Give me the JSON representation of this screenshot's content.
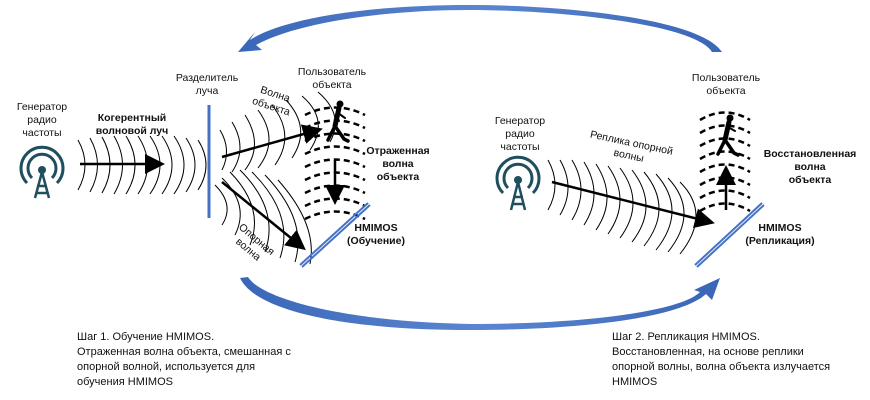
{
  "colors": {
    "accent": "#4472C4",
    "icon": "#1F4E5F",
    "ink": "#111111"
  },
  "step1": {
    "generator_label": [
      "Генератор",
      "радио",
      "частоты"
    ],
    "beam_label": [
      "Когерентный",
      "волновой луч"
    ],
    "splitter_label": [
      "Разделитель",
      "луча"
    ],
    "object_wave_label": [
      "Волна",
      "объекта"
    ],
    "user_label": [
      "Пользователь",
      "объекта"
    ],
    "reflected_label": [
      "Отраженная",
      "волна",
      "объекта"
    ],
    "reference_wave_label": [
      "Опорная",
      "волна"
    ],
    "hmimos_label": [
      "HMIMOS",
      "(Обучение)"
    ],
    "caption": [
      "Шаг 1. Обучение HMIMOS.",
      "Отраженная волна объекта, смешанная с",
      "опорной волной, используется для",
      "обучения HMIMOS"
    ]
  },
  "step2": {
    "generator_label": [
      "Генератор",
      "радио",
      "частоты"
    ],
    "replica_label": [
      "Реплика опорной",
      "волны"
    ],
    "user_label": [
      "Пользователь",
      "объекта"
    ],
    "restored_label": [
      "Восстановленная",
      "волна",
      "объекта"
    ],
    "hmimos_label": [
      "HMIMOS",
      "(Репликация)"
    ],
    "caption": [
      "Шаг 2. Репликация HMIMOS.",
      "Восстановленная, на основе реплики",
      "опорной волны, волна объекта излучается",
      "HMIMOS"
    ]
  },
  "icons": {
    "generator": "radio-tower-icon",
    "user": "walking-person-icon",
    "cycle_top": "curved-arrow-left-icon",
    "cycle_bottom": "curved-arrow-right-icon"
  }
}
